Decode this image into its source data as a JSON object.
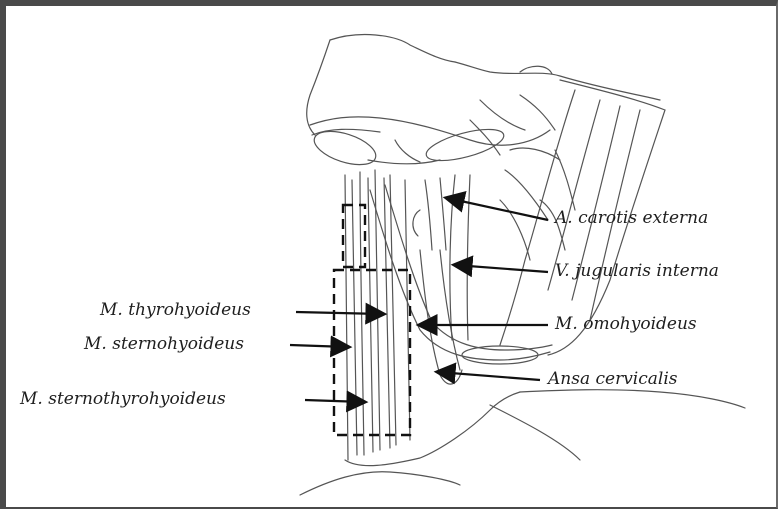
{
  "labels": {
    "carotis": "A. carotis externa",
    "jugularis": "V. jugularis interna",
    "omohyoideus": "M. omohyoideus",
    "ansa": "Ansa cervicalis",
    "thyrohyoideus": "M. thyrohyoideus",
    "sternohyoideus": "M. sternohyoideus",
    "sternothyrohyoideus": "M. sternothyrohyoideus"
  }
}
